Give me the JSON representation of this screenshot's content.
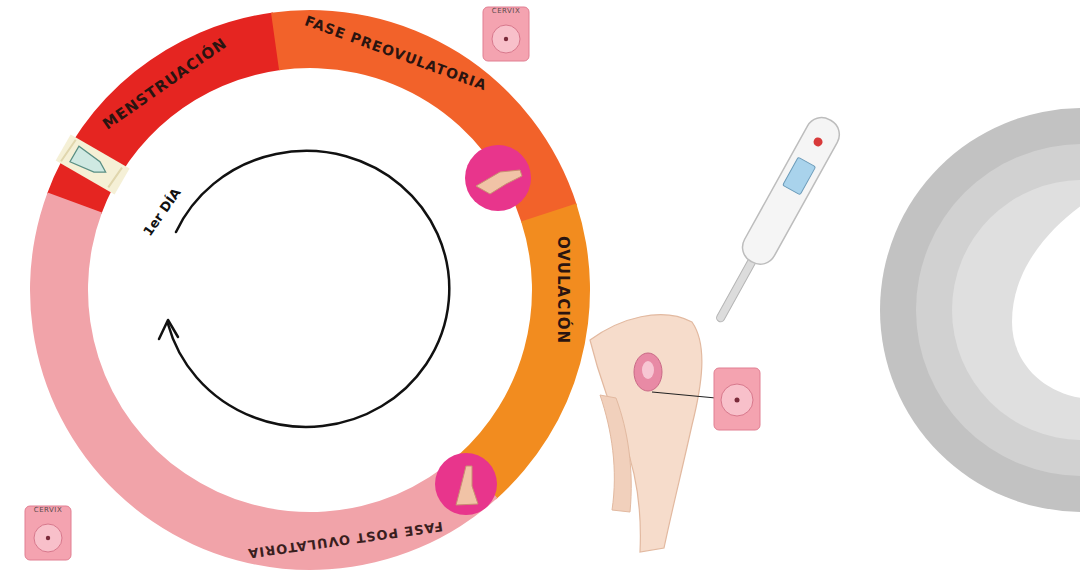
{
  "diagram": {
    "nodes": [
      {
        "text": [
          "MENSTRUACIÓN"
        ]
      },
      {
        "text": [
          "FASE PREOVULATORIA"
        ]
      },
      {
        "text": [
          "CERVIX"
        ]
      },
      {
        "text": [
          "OVULACIÓN"
        ]
      },
      {
        "text": [
          "FASE POST OVULATORIA"
        ]
      },
      {
        "text": [
          "CERVIX"
        ]
      }
    ],
    "labels": [
      "1er DÍA"
    ]
  }
}
